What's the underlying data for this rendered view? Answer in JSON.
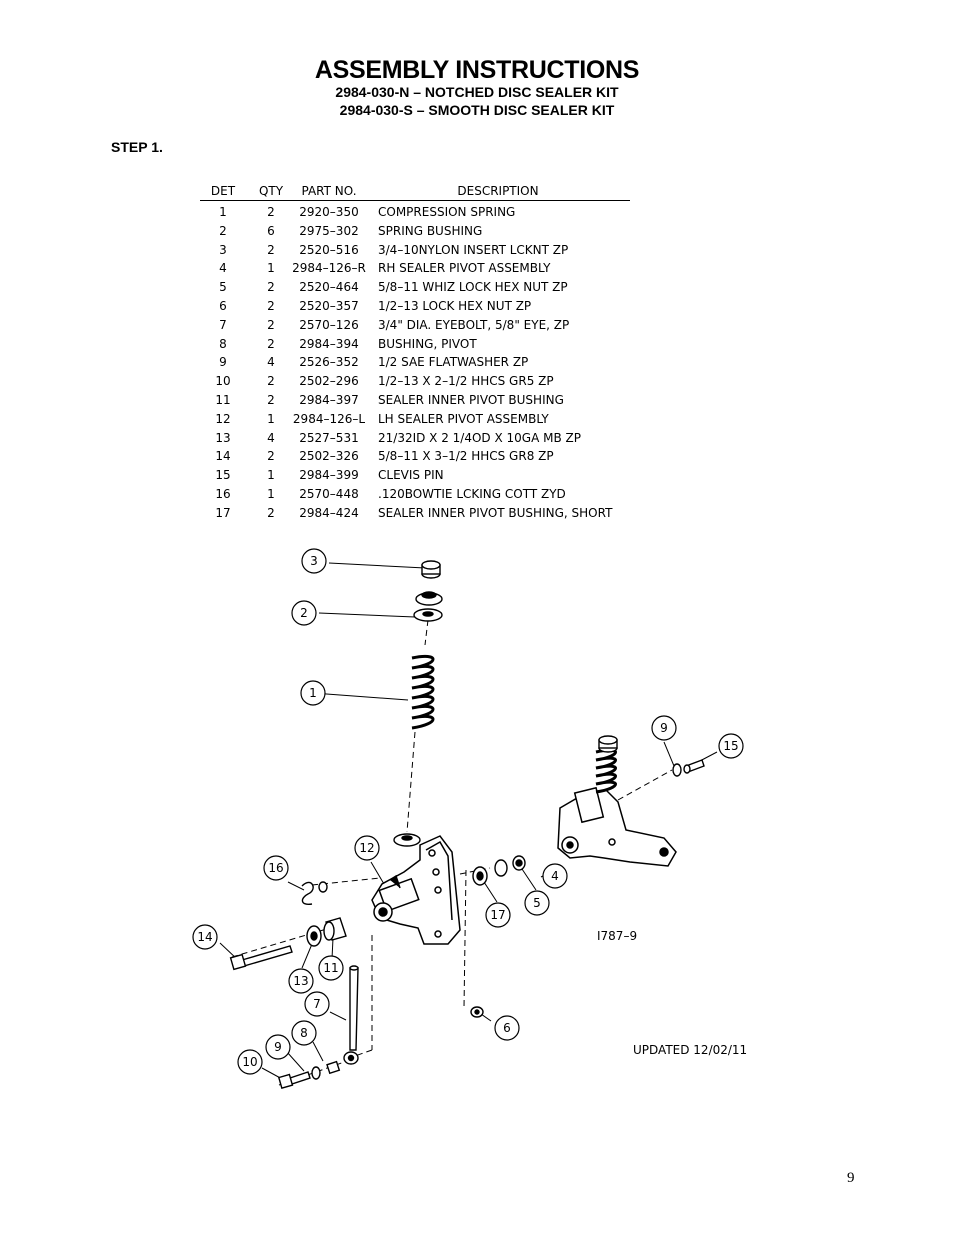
{
  "header": {
    "title": "ASSEMBLY INSTRUCTIONS",
    "subtitle_1": "2984-030-N – NOTCHED DISC SEALER KIT",
    "subtitle_2": "2984-030-S – SMOOTH DISC SEALER KIT"
  },
  "step_label": "STEP 1.",
  "parts_table": {
    "columns": [
      "DET",
      "QTY",
      "PART NO.",
      "DESCRIPTION"
    ],
    "rows": [
      {
        "det": "1",
        "qty": "2",
        "part": "2920–350",
        "desc": "COMPRESSION  SPRING"
      },
      {
        "det": "2",
        "qty": "6",
        "part": "2975–302",
        "desc": "SPRING  BUSHING"
      },
      {
        "det": "3",
        "qty": "2",
        "part": "2520–516",
        "desc": "3/4–10NYLON  INSERT  LCKNT  ZP"
      },
      {
        "det": "4",
        "qty": "1",
        "part": "2984–126–R",
        "desc": "RH  SEALER  PIVOT  ASSEMBLY"
      },
      {
        "det": "5",
        "qty": "2",
        "part": "2520–464",
        "desc": "5/8–11  WHIZ  LOCK  HEX  NUT  ZP"
      },
      {
        "det": "6",
        "qty": "2",
        "part": "2520–357",
        "desc": "1/2–13  LOCK  HEX  NUT  ZP"
      },
      {
        "det": "7",
        "qty": "2",
        "part": "2570–126",
        "desc": "3/4\"  DIA.  EYEBOLT,  5/8\"  EYE,  ZP"
      },
      {
        "det": "8",
        "qty": "2",
        "part": "2984–394",
        "desc": "BUSHING,  PIVOT"
      },
      {
        "det": "9",
        "qty": "4",
        "part": "2526–352",
        "desc": "1/2  SAE  FLATWASHER    ZP"
      },
      {
        "det": "10",
        "qty": "2",
        "part": "2502–296",
        "desc": "1/2–13  X  2–1/2  HHCS  GR5  ZP"
      },
      {
        "det": "11",
        "qty": "2",
        "part": "2984–397",
        "desc": "SEALER  INNER  PIVOT  BUSHING"
      },
      {
        "det": "12",
        "qty": "1",
        "part": "2984–126–L",
        "desc": "LH  SEALER  PIVOT  ASSEMBLY"
      },
      {
        "det": "13",
        "qty": "4",
        "part": "2527–531",
        "desc": "21/32ID  X  2  1/4OD  X  10GA  MB  ZP"
      },
      {
        "det": "14",
        "qty": "2",
        "part": "2502–326",
        "desc": "5/8–11  X  3–1/2  HHCS  GR8  ZP"
      },
      {
        "det": "15",
        "qty": "1",
        "part": "2984–399",
        "desc": "CLEVIS  PIN"
      },
      {
        "det": "16",
        "qty": "1",
        "part": "2570–448",
        "desc": ".120BOWTIE  LCKING  COTT  ZYD"
      },
      {
        "det": "17",
        "qty": "2",
        "part": "2984–424",
        "desc": "SEALER  INNER  PIVOT  BUSHING,  SHORT"
      }
    ]
  },
  "diagram": {
    "callouts": [
      "1",
      "2",
      "3",
      "4",
      "5",
      "6",
      "7",
      "8",
      "9",
      "9",
      "10",
      "11",
      "12",
      "13",
      "14",
      "15",
      "16",
      "17"
    ],
    "drawing_number": "I787–9",
    "updated": "UPDATED  12/02/11"
  },
  "page_number": "9"
}
